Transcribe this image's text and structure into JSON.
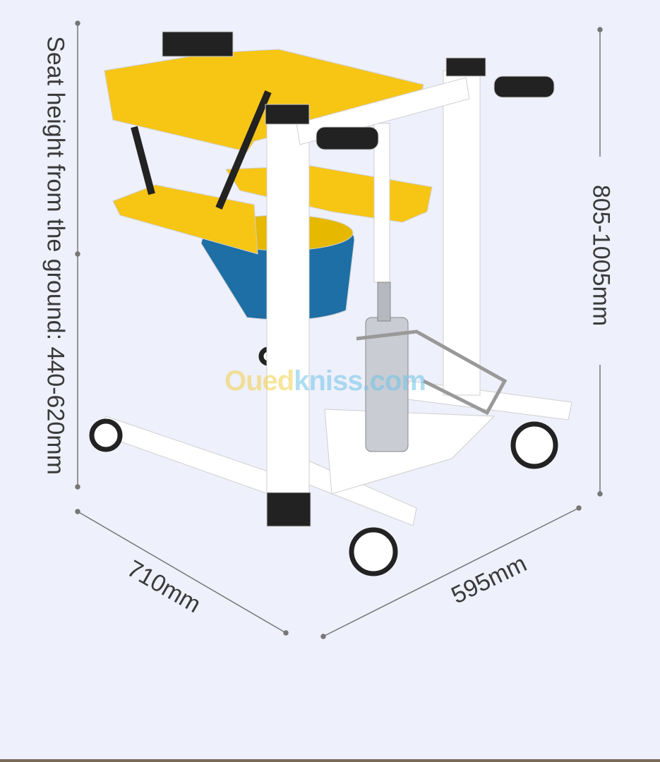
{
  "dimensions": {
    "seat_height": "Seat height from the ground: 440-620mm",
    "overall_height": "805-1005mm",
    "width": "710mm",
    "depth": "595mm"
  },
  "watermark": {
    "part1": "Oued",
    "part2": "kniss",
    "part3": ".com"
  },
  "colors": {
    "background": "#eef0fb",
    "seat": "#f7c514",
    "frame": "#ffffff",
    "bucket": "#1d6fa5"
  }
}
